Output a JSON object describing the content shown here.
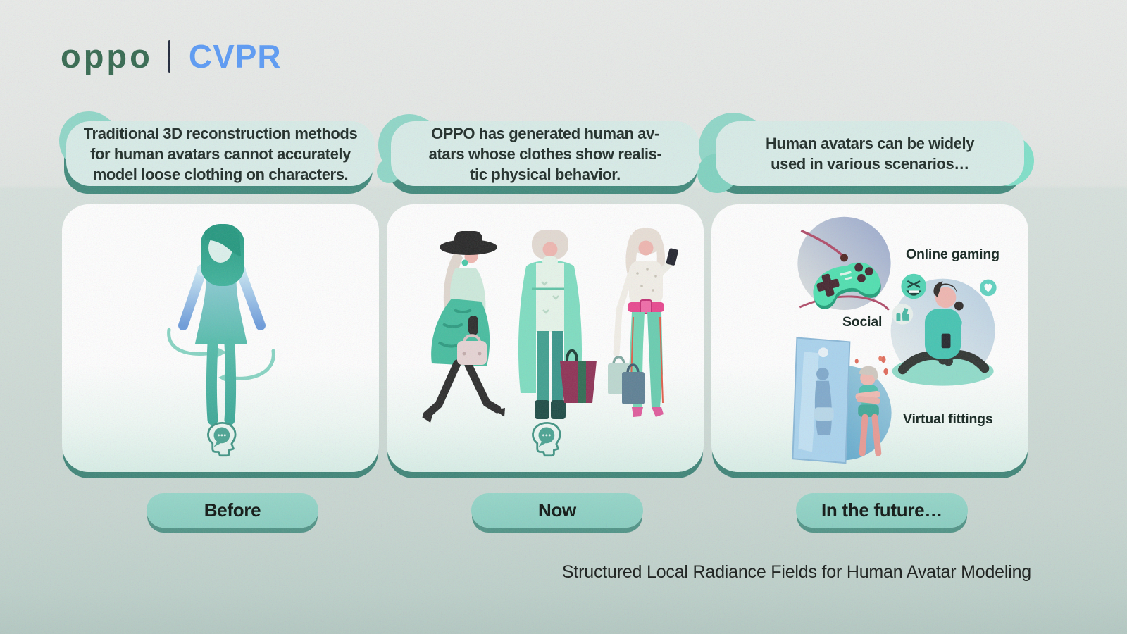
{
  "header": {
    "brand": "oppo",
    "conference": "CVPR"
  },
  "columns": [
    {
      "id": "before",
      "bubble_lines": [
        "Traditional 3D reconstruction methods",
        "for human avatars cannot accurately",
        "model loose clothing on characters."
      ],
      "illustration": "blue-teal-avatar-with-swirl-arrows",
      "card_icon": "head-chat-icon",
      "button_label": "Before"
    },
    {
      "id": "now",
      "bubble_lines": [
        "OPPO has generated human av-",
        "atars whose clothes show realis-",
        "tic physical behavior."
      ],
      "illustration": "three-fashion-avatars-with-shopping-bags",
      "card_icon": "head-chat-icon",
      "button_label": "Now"
    },
    {
      "id": "future",
      "bubble_lines": [
        "Human avatars can be widely",
        "used in various scenarios…"
      ],
      "illustration": "usage-scenario-vignettes",
      "button_label": "In the future…"
    }
  ],
  "scenarios": [
    {
      "label": "Online gaming",
      "icon": "game-controller-icon"
    },
    {
      "label": "Social",
      "icon": "person-with-phone-and-emoji-icon"
    },
    {
      "label": "Virtual fittings",
      "icon": "mirror-fitting-icon"
    }
  ],
  "footer": {
    "caption": "Structured Local Radiance Fields for Human Avatar Modeling"
  },
  "colors": {
    "oppo_green": "#33684e",
    "cvpr_blue": "#5a9af6",
    "divider_navy": "#1c2438",
    "bubble_fill": "#d8ece8",
    "bubble_shadow": "#3f897b",
    "bubble_accent": "#8fd7c8",
    "card_shadow": "#3d8477",
    "pill_fill": "#8ed2c6",
    "pill_shadow": "#4f9386",
    "illustration_teal": "#4fc0ab",
    "illustration_blue": "#6b9bdb",
    "accent_pink": "#e8468e"
  }
}
